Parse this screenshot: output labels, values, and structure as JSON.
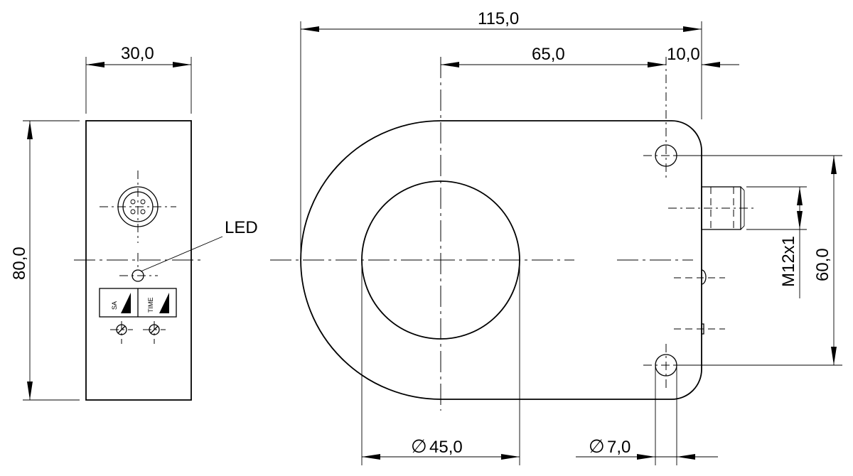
{
  "dimensions": {
    "side_width": "30,0",
    "side_height": "80,0",
    "total_length": "115,0",
    "center_to_end": "65,0",
    "hole_to_end": "10,0",
    "bore_diameter": "45,0",
    "hole_diameter": "7,0",
    "hole_spacing": "60,0",
    "connector_thread": "M12x1"
  },
  "labels": {
    "led": "LED",
    "switch_sa": "SA",
    "switch_time": "TIME"
  },
  "symbols": {
    "diameter": "∅"
  }
}
